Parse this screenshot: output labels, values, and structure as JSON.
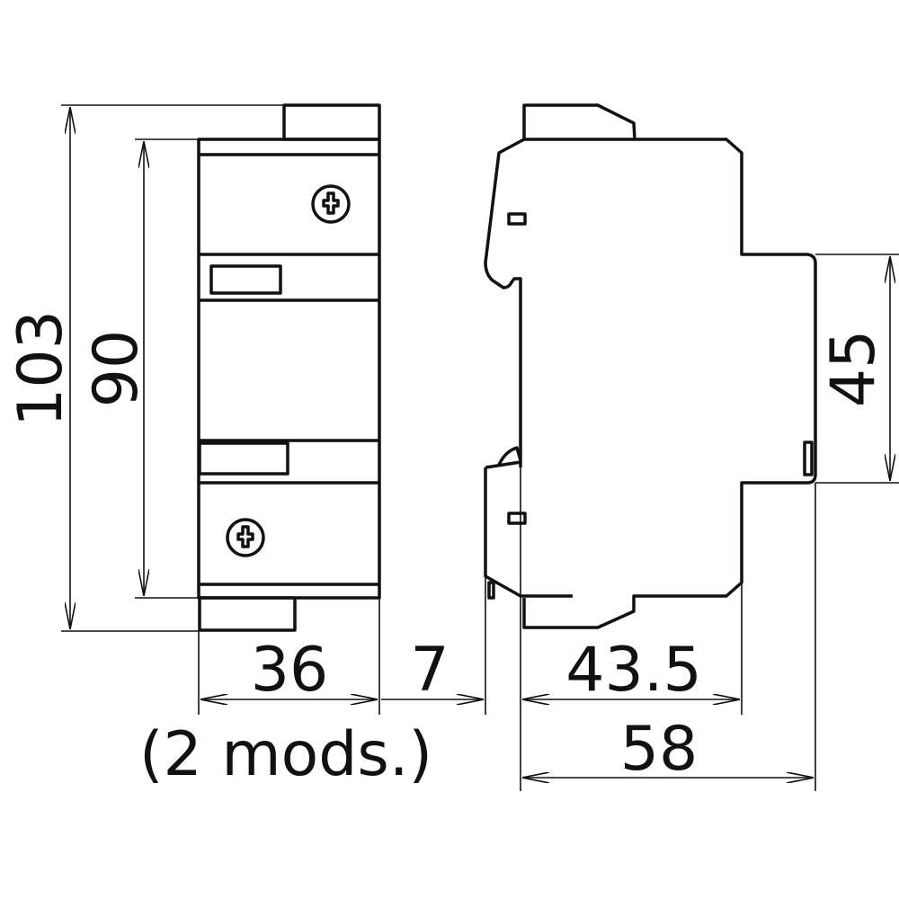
{
  "dimensions": {
    "overall_height": "103",
    "body_height": "90",
    "width": "36",
    "width_note": "(2 mods.)",
    "rail_offset": "7",
    "depth_to_front": "43.5",
    "total_depth": "58",
    "front_height": "45"
  },
  "colors": {
    "line": "#111111",
    "background": "#ffffff"
  }
}
